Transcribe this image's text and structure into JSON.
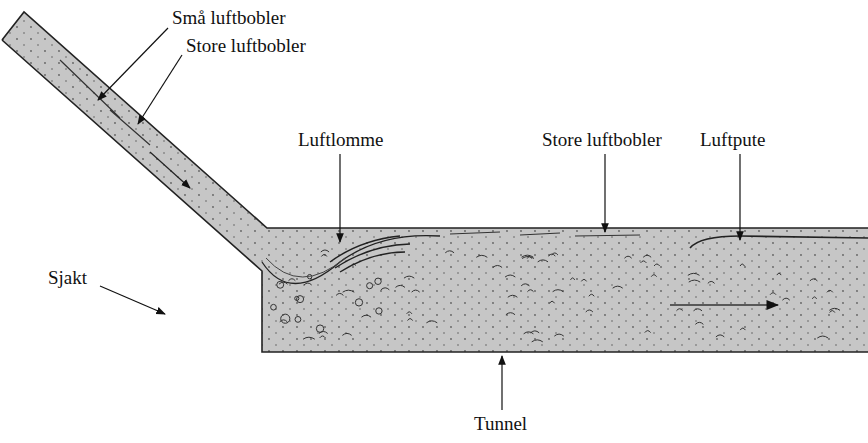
{
  "diagram": {
    "labels": [
      "Små luftbobler",
      "Store luftbobler",
      "Sjakt",
      "Luftlomme",
      "Store luftbobler",
      "Luftpute",
      "Tunnel"
    ]
  }
}
